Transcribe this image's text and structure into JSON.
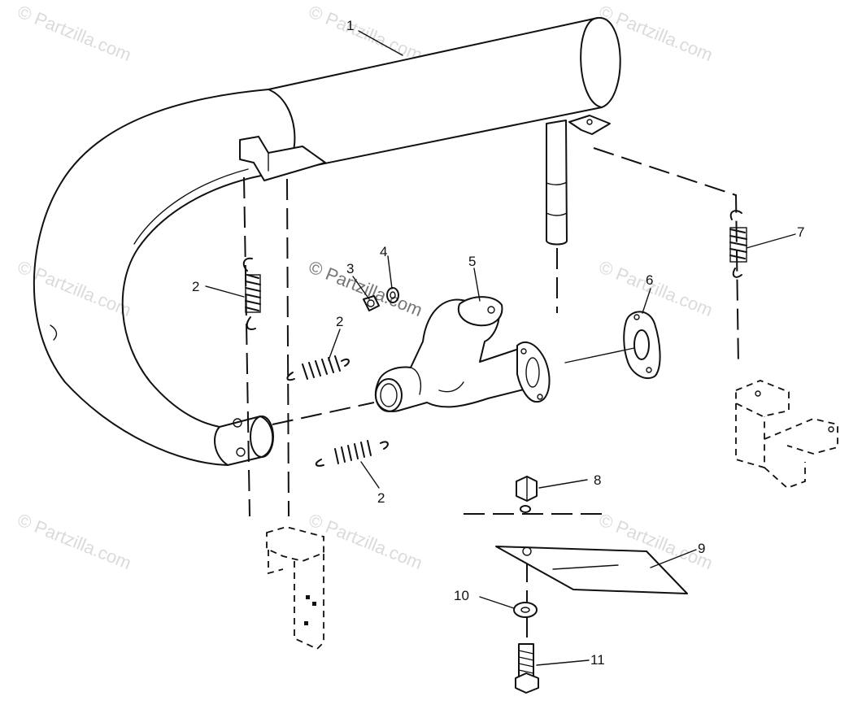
{
  "watermark": "© Partzilla.com",
  "callouts": {
    "c1": "1",
    "c2a": "2",
    "c2b": "2",
    "c2c": "2",
    "c3": "3",
    "c4": "4",
    "c5": "5",
    "c6": "6",
    "c7": "7",
    "c8": "8",
    "c9": "9",
    "c10": "10",
    "c11": "11"
  }
}
